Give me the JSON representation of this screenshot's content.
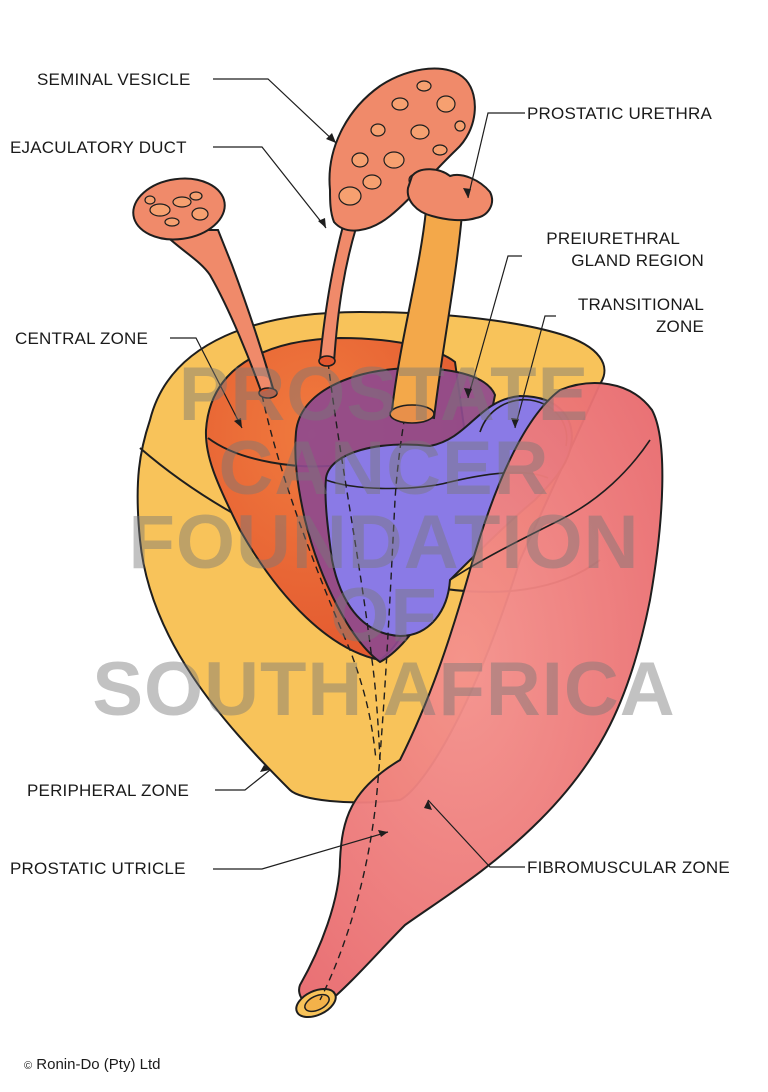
{
  "labels": {
    "seminal_vesicle": "SEMINAL VESICLE",
    "ejaculatory_duct": "EJACULATORY DUCT",
    "prostatic_urethra": "PROSTATIC URETHRA",
    "preiurethral_line1": "PREIURETHRAL",
    "preiurethral_line2": "GLAND REGION",
    "transitional_line1": "TRANSITIONAL",
    "transitional_line2": "ZONE",
    "central_zone": "CENTRAL ZONE",
    "peripheral_zone": "PERIPHERAL ZONE",
    "prostatic_utricle": "PROSTATIC UTRICLE",
    "fibromuscular_zone": "FIBROMUSCULAR ZONE"
  },
  "watermark": {
    "line1": "PROSTATE",
    "line2": "CANCER",
    "line3": "FOUNDATION",
    "line4": "OF",
    "line5": "SOUTH AFRICA"
  },
  "copyright": {
    "symbol": "©",
    "text": "Ronin-Do (Pty) Ltd"
  },
  "colors": {
    "peripheral": "#f8c35a",
    "central": "#ea6a3a",
    "fibromuscular": "#f07a78",
    "transitional": "#8a7ae6",
    "preiurethral": "#8e4a8e",
    "urethra": "#f3a84a",
    "vesicle": "#f08a6a",
    "outline": "#1e1e1e"
  }
}
